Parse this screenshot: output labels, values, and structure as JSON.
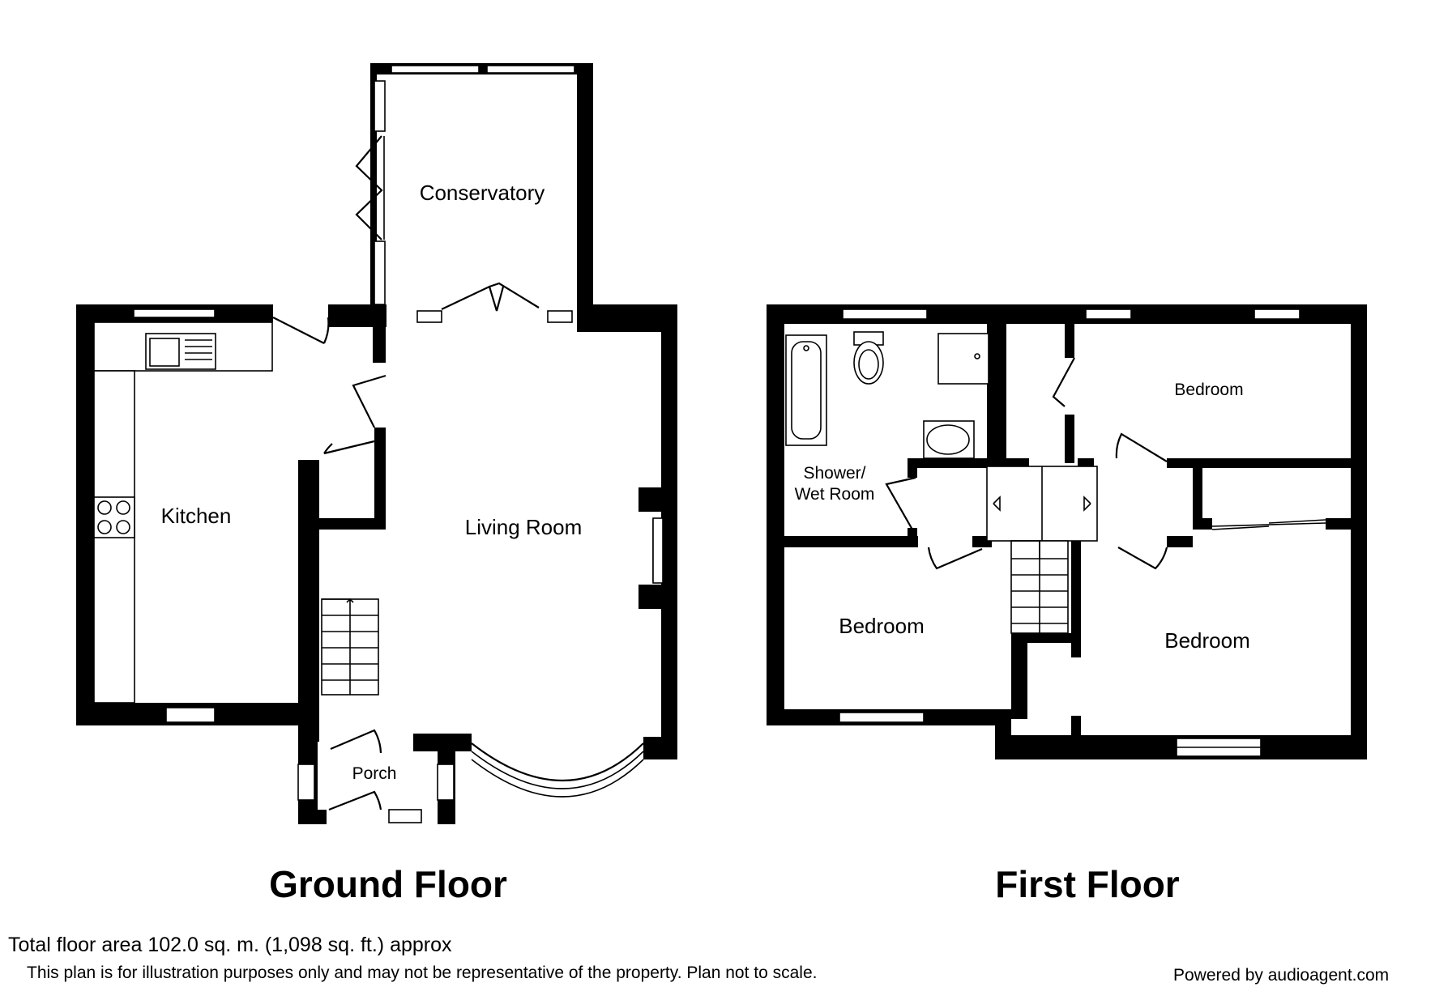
{
  "floors": {
    "ground": {
      "title": "Ground Floor",
      "rooms": {
        "conservatory": "Conservatory",
        "kitchen": "Kitchen",
        "living_room": "Living Room",
        "porch": "Porch"
      }
    },
    "first": {
      "title": "First Floor",
      "rooms": {
        "shower_line1": "Shower/",
        "shower_line2": "Wet Room",
        "bedroom_top": "Bedroom",
        "bedroom_left": "Bedroom",
        "bedroom_right": "Bedroom"
      }
    }
  },
  "footer": {
    "total_area": "Total floor area 102.0 sq. m. (1,098 sq. ft.) approx",
    "disclaimer": "This plan is for illustration purposes only and may not be representative of the property. Plan not to scale.",
    "powered_by": "Powered by audioagent.com"
  }
}
